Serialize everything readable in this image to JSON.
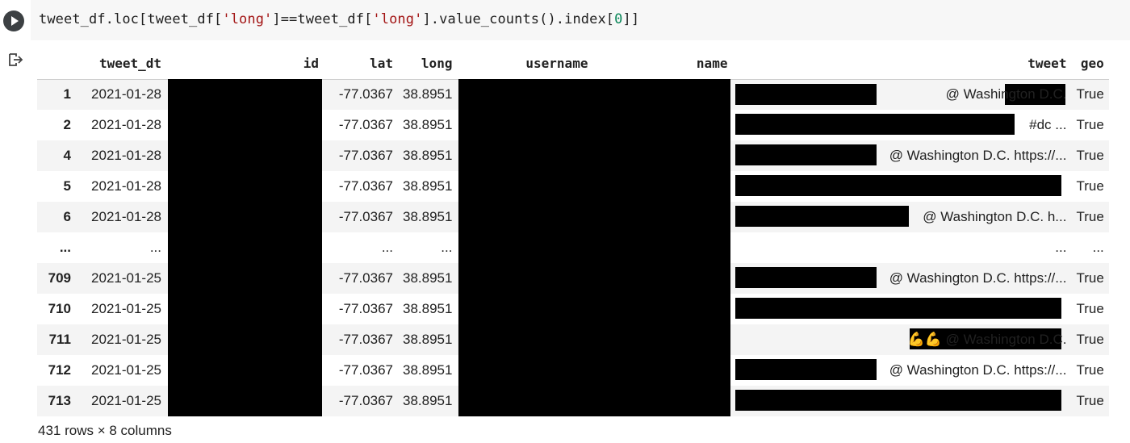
{
  "cell": {
    "code_prefix": "tweet_df.loc[tweet_df[",
    "code_str1": "'long'",
    "code_mid": "]==tweet_df[",
    "code_str2": "'long'",
    "code_mid2": "].value_counts().index[",
    "code_num": "0",
    "code_end": "]]"
  },
  "table": {
    "columns": [
      "",
      "tweet_dt",
      "id",
      "lat",
      "long",
      "username",
      "name",
      "tweet",
      "geo"
    ],
    "rows": [
      {
        "idx": "1",
        "dt": "2021-01-28",
        "lat": "-77.0367",
        "long": "38.8951",
        "tweet": "@ Washington D.C.",
        "geo": "True"
      },
      {
        "idx": "2",
        "dt": "2021-01-28",
        "lat": "-77.0367",
        "long": "38.8951",
        "tweet": "#dc ...",
        "geo": "True"
      },
      {
        "idx": "4",
        "dt": "2021-01-28",
        "lat": "-77.0367",
        "long": "38.8951",
        "tweet": "@ Washington D.C. https://...",
        "geo": "True"
      },
      {
        "idx": "5",
        "dt": "2021-01-28",
        "lat": "-77.0367",
        "long": "38.8951",
        "tweet": "",
        "geo": "True"
      },
      {
        "idx": "6",
        "dt": "2021-01-28",
        "lat": "-77.0367",
        "long": "38.8951",
        "tweet": "@ Washington D.C. h...",
        "geo": "True"
      },
      {
        "idx": "...",
        "dt": "...",
        "lat": "...",
        "long": "...",
        "tweet": "...",
        "geo": "..."
      },
      {
        "idx": "709",
        "dt": "2021-01-25",
        "lat": "-77.0367",
        "long": "38.8951",
        "tweet": "@ Washington D.C. https://...",
        "geo": "True"
      },
      {
        "idx": "710",
        "dt": "2021-01-25",
        "lat": "-77.0367",
        "long": "38.8951",
        "tweet": "",
        "geo": "True"
      },
      {
        "idx": "711",
        "dt": "2021-01-25",
        "lat": "-77.0367",
        "long": "38.8951",
        "tweet": "💪💪 @ Washington D.C.",
        "geo": "True"
      },
      {
        "idx": "712",
        "dt": "2021-01-25",
        "lat": "-77.0367",
        "long": "38.8951",
        "tweet": "@ Washington D.C. https://...",
        "geo": "True"
      },
      {
        "idx": "713",
        "dt": "2021-01-25",
        "lat": "-77.0367",
        "long": "38.8951",
        "tweet": "",
        "geo": "True"
      }
    ]
  },
  "shape_text": "431 rows × 8 columns",
  "icons": {
    "run": "play-icon",
    "output": "output-arrow-icon"
  },
  "colors": {
    "redaction": "#000000",
    "code_bg": "#f7f7f7",
    "row_stripe": "#f4f4f4"
  }
}
